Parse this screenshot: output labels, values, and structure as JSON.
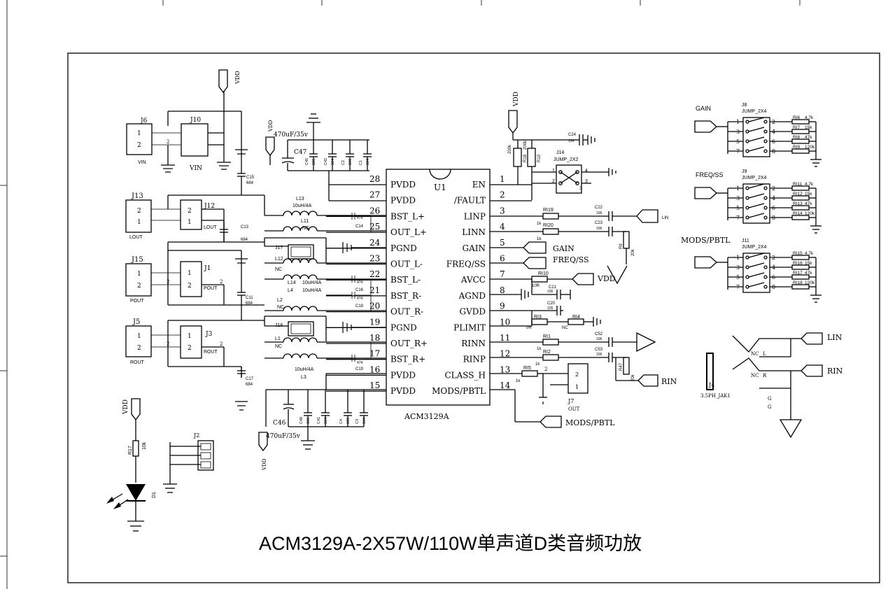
{
  "title": "ACM3129A-2X57W/110W单声道D类音频功放",
  "ic": {
    "ref": "U1",
    "part": "ACM3129A",
    "left_pins": [
      {
        "num": "28",
        "name": "PVDD"
      },
      {
        "num": "27",
        "name": "PVDD"
      },
      {
        "num": "26",
        "name": "BST_L+"
      },
      {
        "num": "25",
        "name": "OUT_L+"
      },
      {
        "num": "24",
        "name": "PGND"
      },
      {
        "num": "23",
        "name": "OUT_L-"
      },
      {
        "num": "22",
        "name": "BST_L-"
      },
      {
        "num": "21",
        "name": "BST_R-"
      },
      {
        "num": "20",
        "name": "OUT_R-"
      },
      {
        "num": "19",
        "name": "PGND"
      },
      {
        "num": "18",
        "name": "OUT_R+"
      },
      {
        "num": "17",
        "name": "BST_R+"
      },
      {
        "num": "16",
        "name": "PVDD"
      },
      {
        "num": "15",
        "name": "PVDD"
      }
    ],
    "right_pins": [
      {
        "num": "1",
        "name": "EN"
      },
      {
        "num": "2",
        "name": "/FAULT"
      },
      {
        "num": "3",
        "name": "LINP"
      },
      {
        "num": "4",
        "name": "LINN"
      },
      {
        "num": "5",
        "name": "GAIN"
      },
      {
        "num": "6",
        "name": "FREQ/SS"
      },
      {
        "num": "7",
        "name": "AVCC"
      },
      {
        "num": "8",
        "name": "AGND"
      },
      {
        "num": "9",
        "name": "GVDD"
      },
      {
        "num": "10",
        "name": "PLIMIT"
      },
      {
        "num": "11",
        "name": "RINN"
      },
      {
        "num": "12",
        "name": "RINP"
      },
      {
        "num": "13",
        "name": "CLASS_H"
      },
      {
        "num": "14",
        "name": "MODS/PBTL"
      }
    ]
  },
  "nets": {
    "vdd": "VDD",
    "vin": "VIN",
    "lin": "LIN",
    "rin": "RIN",
    "gain": "GAIN",
    "freq_ss": "FREQ/SS",
    "mods_pbtl": "MODS/PBTL"
  },
  "jumpers": [
    {
      "ref": "J8",
      "type": "JUMP_2X4",
      "net": "GAIN",
      "resistors": [
        {
          "ref": "RI6",
          "value": "4.7k"
        },
        {
          "ref": "RI7",
          "value": "15k"
        },
        {
          "ref": "RI8",
          "value": "47k"
        },
        {
          "ref": "RI9",
          "value": "120k"
        }
      ]
    },
    {
      "ref": "J9",
      "type": "JUMP_2X4",
      "net": "FREQ/SS",
      "resistors": [
        {
          "ref": "RI11",
          "value": "4.7k"
        },
        {
          "ref": "RI12",
          "value": "15k"
        },
        {
          "ref": "RI13",
          "value": "47k"
        },
        {
          "ref": "RI14",
          "value": "120k"
        }
      ]
    },
    {
      "ref": "J11",
      "type": "JUMP_2X4",
      "net": "MODS/PBTL",
      "resistors": [
        {
          "ref": "RI15",
          "value": "4.7k"
        },
        {
          "ref": "RI16",
          "value": "15k"
        },
        {
          "ref": "RI17",
          "value": "47k"
        },
        {
          "ref": "RI18",
          "value": "120k"
        }
      ]
    }
  ],
  "jumper_pins": [
    "1",
    "2",
    "3",
    "4",
    "5",
    "6",
    "7",
    "8"
  ],
  "connectors": {
    "j6": "J6",
    "j10": "J10",
    "vin_label": "VIN",
    "j13": "J13",
    "lout": "LOUT",
    "j12": "J12",
    "j15": "J15",
    "pout": "POUT",
    "j1": "J1",
    "j5": "J5",
    "rout": "ROUT",
    "j3": "J3",
    "j17": "J17",
    "j16": "J16",
    "j14": "J14",
    "j14_type": "JUMP_2X2",
    "j7": "J7",
    "j7_label": "OUT",
    "j2": "J2",
    "j4": "J4",
    "j4_type": "3.5PH_JAK1",
    "jack_nc": "NC",
    "jack_l": "L",
    "jack_r": "R",
    "jack_g": "G",
    "pin1": "1",
    "pin2": "2",
    "pin3": "3",
    "pin4": "4"
  },
  "components": {
    "c45": "C45",
    "c42": "C42",
    "c2": "C2",
    "c1": "C1",
    "c47": "C47",
    "c47_val": "470uF/35v",
    "c15": "C15",
    "c13": "C13",
    "c11": "C11",
    "c17": "C17",
    "c684": "684",
    "c14": "C14",
    "c16": "C16",
    "c18": "C18",
    "c19": "C19",
    "c474": "474",
    "l13": "L13",
    "l11": "L11",
    "l12": "L12",
    "l14": "L14",
    "l2": "L2",
    "l4": "L4",
    "l1": "L1",
    "l3": "L3",
    "ind_val": "10uH/4A",
    "nc": "NC",
    "c46": "C46",
    "c46_val": "470uF/35v",
    "c48": "C48",
    "c41": "C41",
    "c4": "C4",
    "c3": "C3",
    "v106": "106",
    "v104": "104",
    "v105": "105",
    "r18": "R18",
    "r10": "R10",
    "v200k": "200k",
    "c24": "C24",
    "ri19": "RI19",
    "ri20": "RI20",
    "c22": "C22",
    "c23": "C23",
    "r9": "R9",
    "v20k": "20k",
    "v1k": "1k",
    "ri10": "RI10",
    "v10r": "10R",
    "c21": "C21",
    "c20": "C20",
    "ri3": "RI3",
    "v0r": "0R",
    "ri4": "RI4",
    "ri1": "RI1",
    "ri2": "RI2",
    "c52": "C52",
    "c53": "C53",
    "r47": "R47",
    "ri5": "RI5",
    "r17": "R17",
    "v10k": "10k",
    "d1": "D1"
  }
}
